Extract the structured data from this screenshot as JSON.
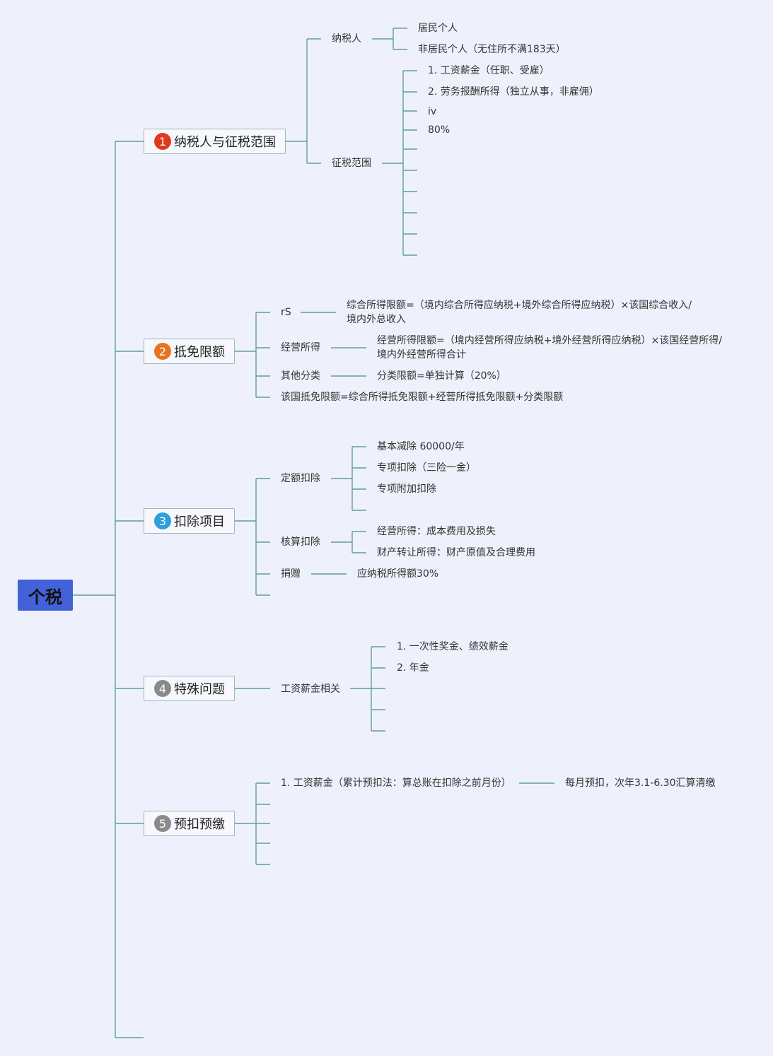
{
  "root": {
    "label": "个税"
  },
  "colors": {
    "line": "#5f9ea0",
    "root_bg": "#4361d8",
    "badge_1": "#e03a1e",
    "badge_2": "#e8731e",
    "badge_3": "#2f9fd8",
    "badge_4": "#8a8a8a",
    "badge_5": "#8a8a8a"
  },
  "branches": [
    {
      "number": "1",
      "label": "纳税人与征税范围",
      "children": {
        "taxpayer": {
          "label": "纳税人",
          "items": [
            "居民个人",
            "非居民个人（无住所不满183天）"
          ]
        },
        "scope": {
          "label": "征税范围",
          "items": [
            "1. 工资薪金（任职、受雇）",
            "2. 劳务报酬所得（独立从事，非雇佣）",
            "iv",
            "80%"
          ]
        }
      }
    },
    {
      "number": "2",
      "label": "抵免限额",
      "children": {
        "rs": {
          "label": "rS",
          "detail": "综合所得限额=（境内综合所得应纳税+境外综合所得应纳税）×该国综合收入/境内外总收入"
        },
        "business": {
          "label": "经营所得",
          "detail": "经营所得限额=（境内经营所得应纳税+境外经营所得应纳税）×该国经营所得/境内外经营所得合计"
        },
        "other": {
          "label": "其他分类",
          "detail": "分类限额=单独计算（20%）"
        },
        "total": {
          "label": "该国抵免限额=综合所得抵免限额+经营所得抵免限额+分类限额"
        }
      }
    },
    {
      "number": "3",
      "label": "扣除项目",
      "children": {
        "fixed": {
          "label": "定额扣除",
          "items": [
            "基本减除 60000/年",
            "专项扣除（三险一金）",
            "专项附加扣除"
          ]
        },
        "accounting": {
          "label": "核算扣除",
          "items": [
            "经营所得：成本费用及损失",
            "财产转让所得：财产原值及合理费用"
          ]
        },
        "donation": {
          "label": "捐赠",
          "detail": "应纳税所得额30%"
        }
      }
    },
    {
      "number": "4",
      "label": "特殊问题",
      "children": {
        "salary": {
          "label": "工资薪金相关",
          "items": [
            "1. 一次性奖金、绩效薪金",
            "2. 年金"
          ]
        }
      }
    },
    {
      "number": "5",
      "label": "预扣预缴",
      "children": {
        "salary": {
          "label": "1. 工资薪金（累计预扣法：算总账在扣除之前月份）",
          "detail": "每月预扣，次年3.1-6.30汇算清缴"
        }
      }
    }
  ]
}
